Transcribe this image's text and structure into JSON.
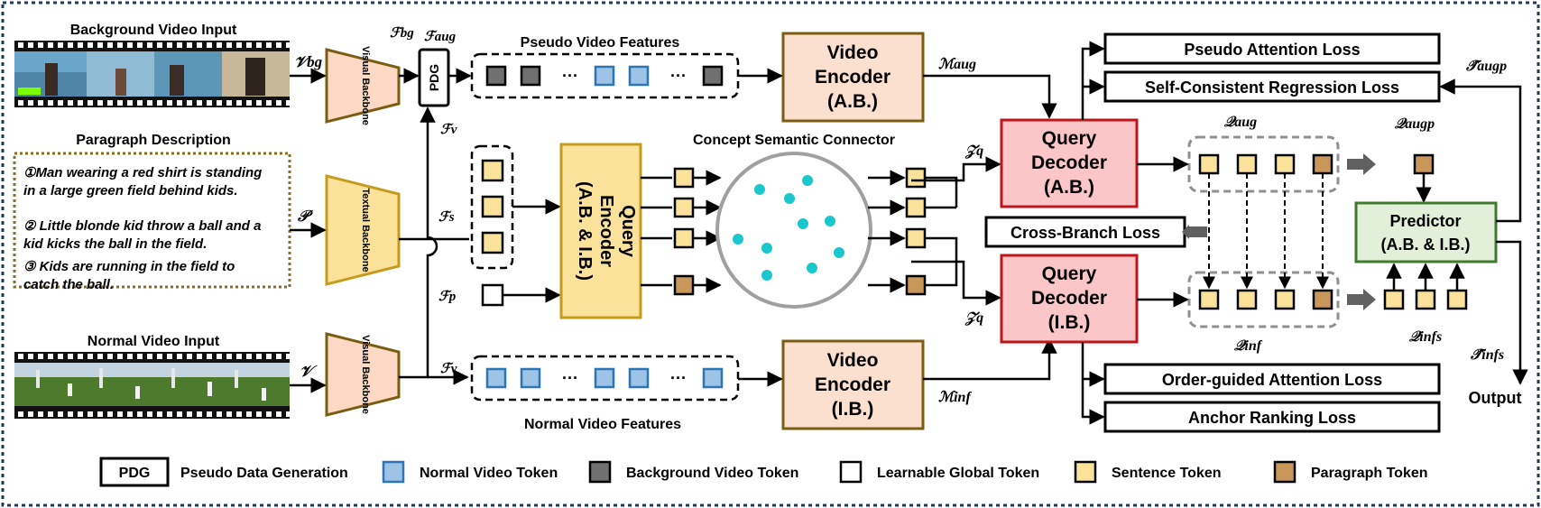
{
  "inputs": {
    "background_video": "Background Video Input",
    "paragraph": "Paragraph Description",
    "normal_video": "Normal Video Input",
    "sentences": [
      [
        "①Man wearing a red shirt is standing",
        "in a large green field behind kids."
      ],
      [
        "② Little blonde kid throw a ball and a",
        "kid kicks the ball in the field."
      ],
      [
        "③ Kids are running in the field to",
        "catch the ball."
      ]
    ]
  },
  "symbols": {
    "v_bg": "𝒱bg",
    "v": "𝒱",
    "p": "𝒫",
    "f_bg": "ℱbg",
    "f_aug": "ℱaug",
    "f_v_top": "ℱv",
    "f_v_bot": "ℱv",
    "f_s": "ℱs",
    "f_p": "ℱp",
    "m_aug": "ℳaug",
    "m_inf": "ℳinf",
    "z_q_top": "𝒵q",
    "z_q_bot": "𝒵q",
    "q_aug": "𝒬aug",
    "q_inf": "𝒬inf",
    "q_aug_p": "𝒬augp",
    "q_inf_s": "𝒬infs",
    "t_aug_p": "𝒯̂augp",
    "t_inf_s": "𝒯̂infs"
  },
  "modules": {
    "visual_backbone_top": "Visual Backbone",
    "textual_backbone": "Textual Backbone",
    "visual_backbone_bottom": "Visual Backbone",
    "pdg": "PDG",
    "query_encoder": [
      "Query",
      "Encoder",
      "(A.B. & I.B.)"
    ],
    "video_encoder_ab": [
      "Video",
      "Encoder",
      "(A.B.)"
    ],
    "video_encoder_ib": [
      "Video",
      "Encoder",
      "(I.B.)"
    ],
    "query_decoder_ab": [
      "Query",
      "Decoder",
      "(A.B.)"
    ],
    "query_decoder_ib": [
      "Query",
      "Decoder",
      "(I.B.)"
    ],
    "predictor": [
      "Predictor",
      "(A.B. & I.B.)"
    ],
    "concept_connector": "Concept Semantic Connector",
    "pseudo_features": "Pseudo Video Features",
    "normal_features": "Normal Video Features",
    "ellipsis": "···",
    "output": "Output"
  },
  "losses": {
    "pseudo_attention": "Pseudo Attention Loss",
    "self_consistent": "Self-Consistent Regression Loss",
    "cross_branch": "Cross-Branch Loss",
    "order_guided": "Order-guided Attention Loss",
    "anchor_ranking": "Anchor Ranking Loss"
  },
  "legend": [
    {
      "key": "PDG",
      "label": "Pseudo Data Generation"
    },
    {
      "label": "Normal Video Token"
    },
    {
      "label": "Background Video Token"
    },
    {
      "label": "Learnable Global Token"
    },
    {
      "label": "Sentence  Token"
    },
    {
      "label": "Paragraph Token"
    }
  ],
  "colors": {
    "backbone_fill": "#fbd9c4",
    "backbone_stroke": "#7a5c12",
    "textual_fill": "#fbe29a",
    "textual_stroke": "#c49b1a",
    "encoder_fill": "#fbe29a",
    "video_enc_fill": "#fbe0d0",
    "decoder_fill": "#fbc6c8",
    "decoder_stroke": "#c0141c",
    "predictor_fill": "#e2efd9",
    "predictor_stroke": "#3f7a2e",
    "blue_token": "#9dc3e6",
    "gray_token": "#707070",
    "sentence_token": "#fbe29a",
    "paragraph_token": "#c9975a",
    "cyan_dot": "#19c7cc",
    "border": "#1f3864"
  }
}
